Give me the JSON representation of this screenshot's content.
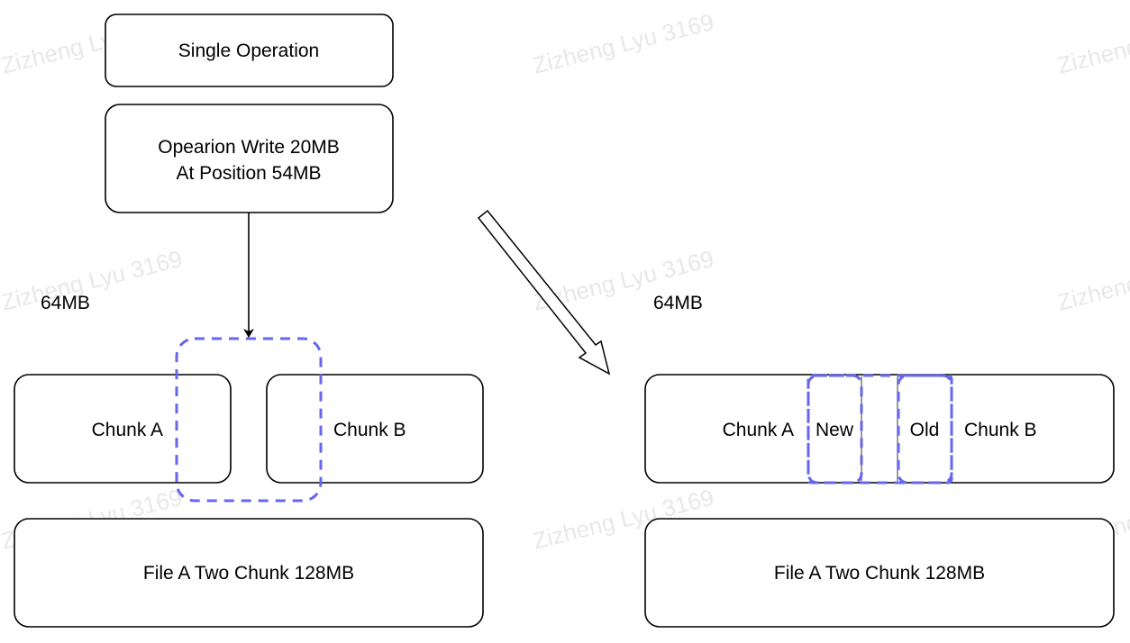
{
  "watermark": "Zizheng Lyu 3169",
  "colors": {
    "stroke": "#000000",
    "highlight": "#6666ee",
    "watermark": "#e8e8e8"
  },
  "left": {
    "single_operation": "Single Operation",
    "operation_line1": "Opearion Write 20MB",
    "operation_line2": "At Position 54MB",
    "size_label": "64MB",
    "chunk_a": "Chunk A",
    "chunk_b": "Chunk B",
    "file": "File A Two Chunk 128MB"
  },
  "right": {
    "size_label": "64MB",
    "chunk_a": "Chunk A",
    "new_label": "New",
    "old_label": "Old",
    "chunk_b": "Chunk B",
    "file": "File A Two Chunk 128MB"
  }
}
